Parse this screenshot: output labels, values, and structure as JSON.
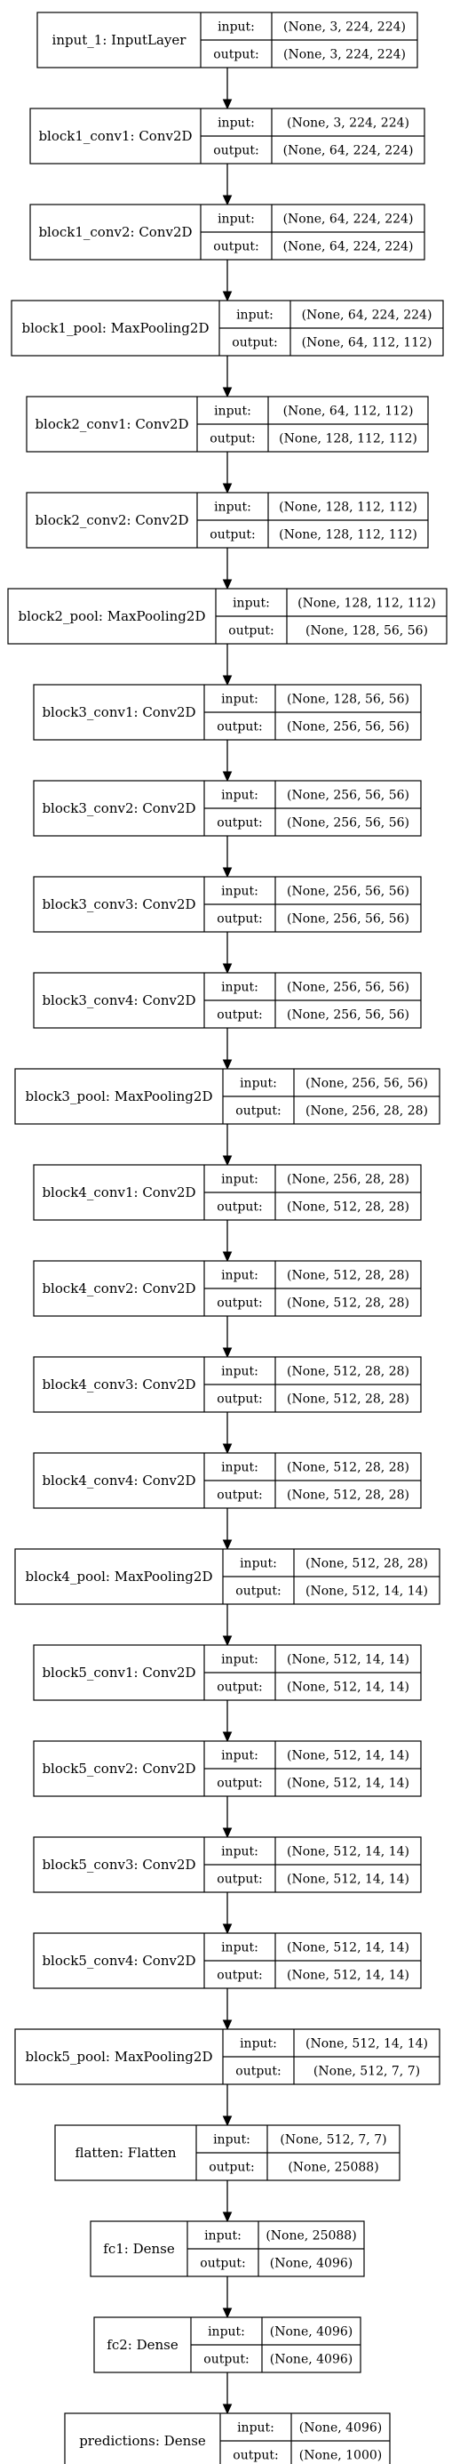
{
  "layers": [
    {
      "name": "input_1: InputLayer",
      "input_label": "input:",
      "output_label": "output:",
      "input_shape": "(None, 3, 224, 224)",
      "output_shape": "(None, 3, 224, 224)"
    },
    {
      "name": "block1_conv1: Conv2D",
      "input_label": "input:",
      "output_label": "output:",
      "input_shape": "(None, 3, 224, 224)",
      "output_shape": "(None, 64, 224, 224)"
    },
    {
      "name": "block1_conv2: Conv2D",
      "input_label": "input:",
      "output_label": "output:",
      "input_shape": "(None, 64, 224, 224)",
      "output_shape": "(None, 64, 224, 224)"
    },
    {
      "name": "block1_pool: MaxPooling2D",
      "input_label": "input:",
      "output_label": "output:",
      "input_shape": "(None, 64, 224, 224)",
      "output_shape": "(None, 64, 112, 112)"
    },
    {
      "name": "block2_conv1: Conv2D",
      "input_label": "input:",
      "output_label": "output:",
      "input_shape": "(None, 64, 112, 112)",
      "output_shape": "(None, 128, 112, 112)"
    },
    {
      "name": "block2_conv2: Conv2D",
      "input_label": "input:",
      "output_label": "output:",
      "input_shape": "(None, 128, 112, 112)",
      "output_shape": "(None, 128, 112, 112)"
    },
    {
      "name": "block2_pool: MaxPooling2D",
      "input_label": "input:",
      "output_label": "output:",
      "input_shape": "(None, 128, 112, 112)",
      "output_shape": "(None, 128, 56, 56)"
    },
    {
      "name": "block3_conv1: Conv2D",
      "input_label": "input:",
      "output_label": "output:",
      "input_shape": "(None, 128, 56, 56)",
      "output_shape": "(None, 256, 56, 56)"
    },
    {
      "name": "block3_conv2: Conv2D",
      "input_label": "input:",
      "output_label": "output:",
      "input_shape": "(None, 256, 56, 56)",
      "output_shape": "(None, 256, 56, 56)"
    },
    {
      "name": "block3_conv3: Conv2D",
      "input_label": "input:",
      "output_label": "output:",
      "input_shape": "(None, 256, 56, 56)",
      "output_shape": "(None, 256, 56, 56)"
    },
    {
      "name": "block3_conv4: Conv2D",
      "input_label": "input:",
      "output_label": "output:",
      "input_shape": "(None, 256, 56, 56)",
      "output_shape": "(None, 256, 56, 56)"
    },
    {
      "name": "block3_pool: MaxPooling2D",
      "input_label": "input:",
      "output_label": "output:",
      "input_shape": "(None, 256, 56, 56)",
      "output_shape": "(None, 256, 28, 28)"
    },
    {
      "name": "block4_conv1: Conv2D",
      "input_label": "input:",
      "output_label": "output:",
      "input_shape": "(None, 256, 28, 28)",
      "output_shape": "(None, 512, 28, 28)"
    },
    {
      "name": "block4_conv2: Conv2D",
      "input_label": "input:",
      "output_label": "output:",
      "input_shape": "(None, 512, 28, 28)",
      "output_shape": "(None, 512, 28, 28)"
    },
    {
      "name": "block4_conv3: Conv2D",
      "input_label": "input:",
      "output_label": "output:",
      "input_shape": "(None, 512, 28, 28)",
      "output_shape": "(None, 512, 28, 28)"
    },
    {
      "name": "block4_conv4: Conv2D",
      "input_label": "input:",
      "output_label": "output:",
      "input_shape": "(None, 512, 28, 28)",
      "output_shape": "(None, 512, 28, 28)"
    },
    {
      "name": "block4_pool: MaxPooling2D",
      "input_label": "input:",
      "output_label": "output:",
      "input_shape": "(None, 512, 28, 28)",
      "output_shape": "(None, 512, 14, 14)"
    },
    {
      "name": "block5_conv1: Conv2D",
      "input_label": "input:",
      "output_label": "output:",
      "input_shape": "(None, 512, 14, 14)",
      "output_shape": "(None, 512, 14, 14)"
    },
    {
      "name": "block5_conv2: Conv2D",
      "input_label": "input:",
      "output_label": "output:",
      "input_shape": "(None, 512, 14, 14)",
      "output_shape": "(None, 512, 14, 14)"
    },
    {
      "name": "block5_conv3: Conv2D",
      "input_label": "input:",
      "output_label": "output:",
      "input_shape": "(None, 512, 14, 14)",
      "output_shape": "(None, 512, 14, 14)"
    },
    {
      "name": "block5_conv4: Conv2D",
      "input_label": "input:",
      "output_label": "output:",
      "input_shape": "(None, 512, 14, 14)",
      "output_shape": "(None, 512, 14, 14)"
    },
    {
      "name": "block5_pool: MaxPooling2D",
      "input_label": "input:",
      "output_label": "output:",
      "input_shape": "(None, 512, 14, 14)",
      "output_shape": "(None, 512, 7, 7)"
    },
    {
      "name": "flatten: Flatten",
      "input_label": "input:",
      "output_label": "output:",
      "input_shape": "(None, 512, 7, 7)",
      "output_shape": "(None, 25088)"
    },
    {
      "name": "fc1: Dense",
      "input_label": "input:",
      "output_label": "output:",
      "input_shape": "(None, 25088)",
      "output_shape": "(None, 4096)"
    },
    {
      "name": "fc2: Dense",
      "input_label": "input:",
      "output_label": "output:",
      "input_shape": "(None, 4096)",
      "output_shape": "(None, 4096)"
    },
    {
      "name": "predictions: Dense",
      "input_label": "input:",
      "output_label": "output:",
      "input_shape": "(None, 4096)",
      "output_shape": "(None, 1000)"
    }
  ]
}
